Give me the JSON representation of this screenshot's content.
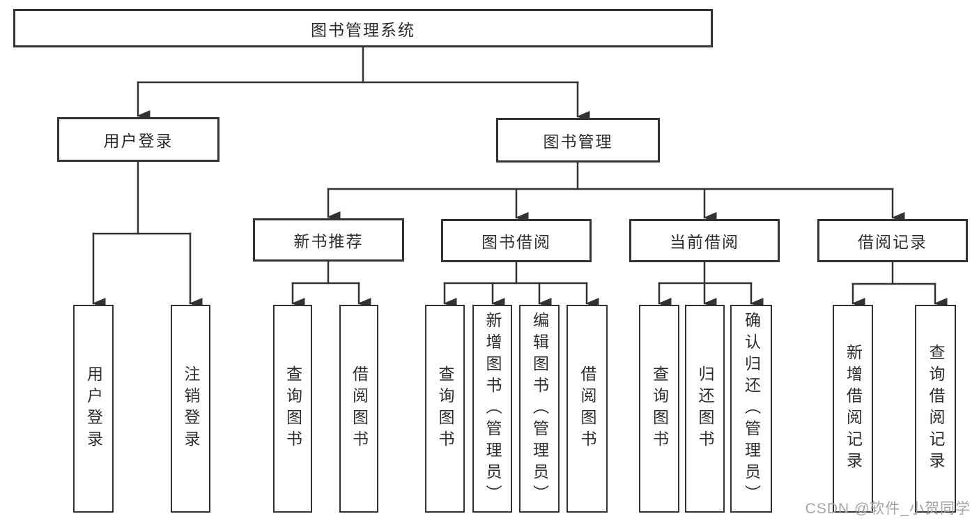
{
  "nodes": {
    "root": {
      "label": "图书管理系统",
      "children": [
        {
          "label": "用户登录",
          "children": [
            {
              "label": "用户登录"
            },
            {
              "label": "注销登录"
            }
          ]
        },
        {
          "label": "图书管理",
          "children": [
            {
              "label": "新书推荐",
              "children": [
                {
                  "label": "查询图书"
                },
                {
                  "label": "借阅图书"
                }
              ]
            },
            {
              "label": "图书借阅",
              "children": [
                {
                  "label": "查询图书"
                },
                {
                  "label": "新增图书（管理员）"
                },
                {
                  "label": "编辑图书（管理员）"
                },
                {
                  "label": "借阅图书"
                }
              ]
            },
            {
              "label": "当前借阅",
              "children": [
                {
                  "label": "查询图书"
                },
                {
                  "label": "归还图书"
                },
                {
                  "label": "确认归还（管理员）"
                }
              ]
            },
            {
              "label": "借阅记录",
              "children": [
                {
                  "label": "新增借阅记录"
                },
                {
                  "label": "查询借阅记录"
                }
              ]
            }
          ]
        }
      ]
    }
  },
  "watermark": {
    "text": "CSDN @软件_小贺同学"
  },
  "colors": {
    "line": "#333333",
    "box_border": "#333333",
    "text": "#2e2e2e",
    "watermark": "#a3a3a3",
    "background": "#ffffff"
  }
}
